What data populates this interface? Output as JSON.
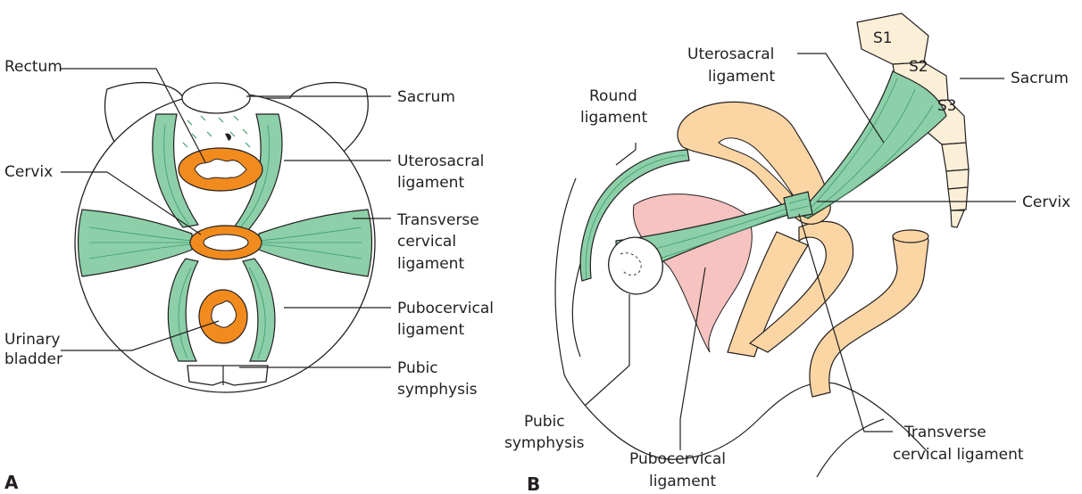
{
  "panel_a": {
    "letter": "A",
    "labels": {
      "rectum": "Rectum",
      "cervix": "Cervix",
      "urinary_1": "Urinary",
      "urinary_2": "bladder",
      "sacrum": "Sacrum",
      "uterosacral_1": "Uterosacral",
      "uterosacral_2": "ligament",
      "transverse_1": "Transverse",
      "transverse_2": "cervical",
      "transverse_3": "ligament",
      "pubocervical_1": "Pubocervical",
      "pubocervical_2": "ligament",
      "pubic_1": "Pubic",
      "pubic_2": "symphysis"
    }
  },
  "panel_b": {
    "letter": "B",
    "labels": {
      "s1": "S1",
      "s2": "S2",
      "s3": "S3",
      "sacrum": "Sacrum",
      "uterosacral_1": "Uterosacral",
      "uterosacral_2": "ligament",
      "round_1": "Round",
      "round_2": "ligament",
      "cervix": "Cervix",
      "pubic_1": "Pubic",
      "pubic_2": "symphysis",
      "pubocervical_1": "Pubocervical",
      "pubocervical_2": "ligament",
      "transverse_1": "Transverse",
      "transverse_2": "cervical ligament"
    }
  },
  "colors": {
    "ligament": "#8ccfa8",
    "organ": "#f28b1e",
    "uterus": "#fbd6a4",
    "bone": "#fbefd8",
    "bladder_pink": "#f6c3c0"
  }
}
